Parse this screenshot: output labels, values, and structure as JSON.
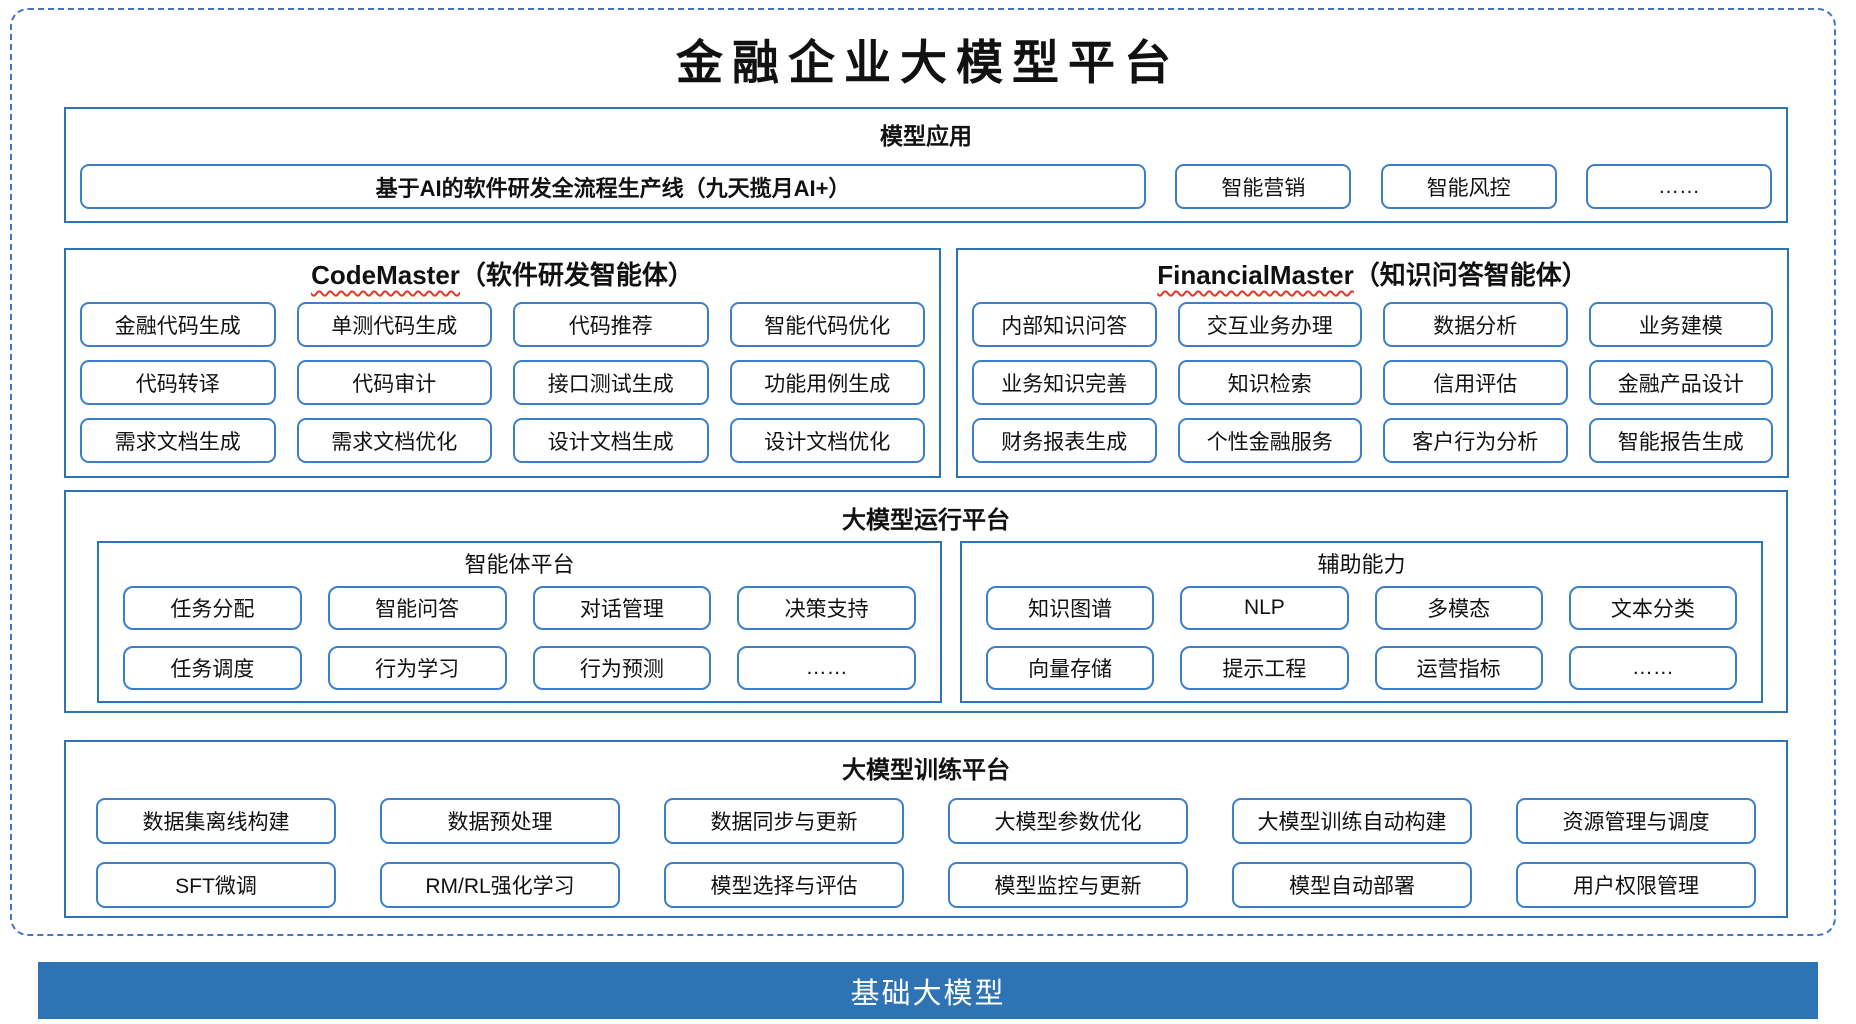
{
  "title": "金融企业大模型平台",
  "colors": {
    "section_border": "#2E74B5",
    "pill_border": "#3D7ECB",
    "dashed_border": "#4472C4",
    "base_bar_bg": "#2E74B5",
    "wavy_underline_red": "#E8342A"
  },
  "model_app": {
    "title": "模型应用",
    "main_item": "基于AI的软件研发全流程生产线（九天揽月AI+）",
    "items": [
      "智能营销",
      "智能风控",
      "……"
    ]
  },
  "code_master": {
    "title_en": "CodeMaster",
    "title_cn": "（软件研发智能体）",
    "items": [
      "金融代码生成",
      "单测代码生成",
      "代码推荐",
      "智能代码优化",
      "代码转译",
      "代码审计",
      "接口测试生成",
      "功能用例生成",
      "需求文档生成",
      "需求文档优化",
      "设计文档生成",
      "设计文档优化"
    ]
  },
  "financial_master": {
    "title_en": "FinancialMaster",
    "title_cn": "（知识问答智能体）",
    "items": [
      "内部知识问答",
      "交互业务办理",
      "数据分析",
      "业务建模",
      "业务知识完善",
      "知识检索",
      "信用评估",
      "金融产品设计",
      "财务报表生成",
      "个性金融服务",
      "客户行为分析",
      "智能报告生成"
    ]
  },
  "runtime": {
    "title": "大模型运行平台",
    "agent_platform": {
      "title": "智能体平台",
      "items": [
        "任务分配",
        "智能问答",
        "对话管理",
        "决策支持",
        "任务调度",
        "行为学习",
        "行为预测",
        "……"
      ]
    },
    "auxiliary": {
      "title": "辅助能力",
      "items": [
        "知识图谱",
        "NLP",
        "多模态",
        "文本分类",
        "向量存储",
        "提示工程",
        "运营指标",
        "……"
      ]
    }
  },
  "training": {
    "title": "大模型训练平台",
    "items": [
      "数据集离线构建",
      "数据预处理",
      "数据同步与更新",
      "大模型参数优化",
      "大模型训练自动构建",
      "资源管理与调度",
      "SFT微调",
      "RM/RL强化学习",
      "模型选择与评估",
      "模型监控与更新",
      "模型自动部署",
      "用户权限管理"
    ]
  },
  "base_model": {
    "title": "基础大模型"
  }
}
